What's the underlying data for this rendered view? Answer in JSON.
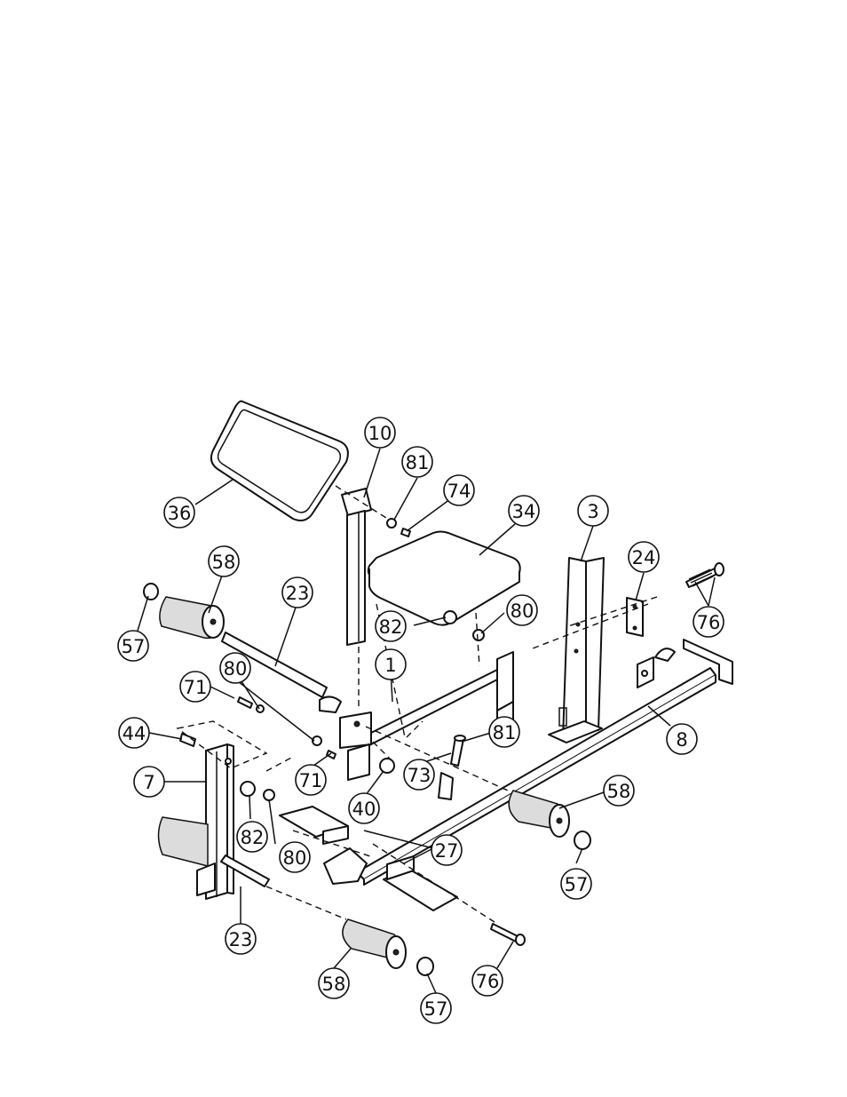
{
  "callouts": [
    {
      "id": "c-10",
      "label": "10"
    },
    {
      "id": "c-81a",
      "label": "81"
    },
    {
      "id": "c-74",
      "label": "74"
    },
    {
      "id": "c-36",
      "label": "36"
    },
    {
      "id": "c-34",
      "label": "34"
    },
    {
      "id": "c-3",
      "label": "3"
    },
    {
      "id": "c-24",
      "label": "24"
    },
    {
      "id": "c-76a",
      "label": "76"
    },
    {
      "id": "c-58a",
      "label": "58"
    },
    {
      "id": "c-23a",
      "label": "23"
    },
    {
      "id": "c-57a",
      "label": "57"
    },
    {
      "id": "c-80a",
      "label": "80"
    },
    {
      "id": "c-82a",
      "label": "82"
    },
    {
      "id": "c-80b",
      "label": "80"
    },
    {
      "id": "c-1",
      "label": "1"
    },
    {
      "id": "c-71a",
      "label": "71"
    },
    {
      "id": "c-44",
      "label": "44"
    },
    {
      "id": "c-81b",
      "label": "81"
    },
    {
      "id": "c-8",
      "label": "8"
    },
    {
      "id": "c-71b",
      "label": "71"
    },
    {
      "id": "c-73",
      "label": "73"
    },
    {
      "id": "c-7",
      "label": "7"
    },
    {
      "id": "c-40",
      "label": "40"
    },
    {
      "id": "c-58b",
      "label": "58"
    },
    {
      "id": "c-82b",
      "label": "82"
    },
    {
      "id": "c-80c",
      "label": "80"
    },
    {
      "id": "c-27",
      "label": "27"
    },
    {
      "id": "c-57b",
      "label": "57"
    },
    {
      "id": "c-23b",
      "label": "23"
    },
    {
      "id": "c-76b",
      "label": "76"
    },
    {
      "id": "c-58c",
      "label": "58"
    },
    {
      "id": "c-57c",
      "label": "57"
    }
  ]
}
